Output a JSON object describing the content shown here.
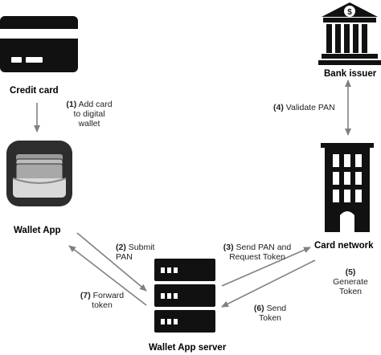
{
  "nodes": {
    "credit_card": {
      "title": "Credit card",
      "icon": "credit-card-icon"
    },
    "bank_issuer": {
      "title": "Bank issuer",
      "icon": "bank-icon"
    },
    "wallet_app": {
      "title": "Wallet App",
      "icon": "wallet-app-icon"
    },
    "card_network": {
      "title": "Card network",
      "icon": "office-building-icon"
    },
    "wallet_server": {
      "title": "Wallet App server",
      "icon": "server-rack-icon"
    }
  },
  "steps": {
    "s1": {
      "num": "(1)",
      "l1": "Add card",
      "l2": "to digital",
      "l3": "wallet"
    },
    "s2": {
      "num": "(2)",
      "l1": "Submit",
      "l2": "PAN"
    },
    "s3": {
      "num": "(3)",
      "l1": "Send PAN and",
      "l2": "Request Token"
    },
    "s4": {
      "num": "(4)",
      "l1": "Validate PAN"
    },
    "s5": {
      "num": "(5)",
      "l1": "Generate",
      "l2": "Token"
    },
    "s6": {
      "num": "(6)",
      "l1": "Send",
      "l2": "Token"
    },
    "s7": {
      "num": "(7)",
      "l1": "Forward",
      "l2": "token"
    }
  },
  "colors": {
    "icon": "#111111",
    "arrow": "#808080",
    "wallet_bg": "#2d2d2d",
    "wallet_cards": "#9a9a9a"
  }
}
